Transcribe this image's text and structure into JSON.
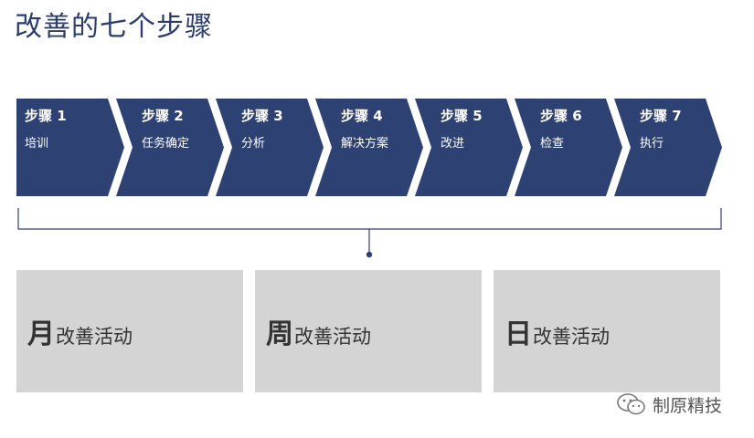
{
  "title": "改善的七个步骤",
  "steps": [
    {
      "num": "步骤 1",
      "label": "培训"
    },
    {
      "num": "步骤 2",
      "label": "任务确定"
    },
    {
      "num": "步骤 3",
      "label": "分析"
    },
    {
      "num": "步骤 4",
      "label": "解决方案"
    },
    {
      "num": "步骤 5",
      "label": "改进"
    },
    {
      "num": "步骤 6",
      "label": "检查"
    },
    {
      "num": "步骤 7",
      "label": "执行"
    }
  ],
  "activities": [
    {
      "big": "月",
      "small": "改善活动"
    },
    {
      "big": "周",
      "small": "改善活动"
    },
    {
      "big": "日",
      "small": "改善活动"
    }
  ],
  "watermark": {
    "text": "制原精技",
    "icon": "wechat-icon"
  },
  "colors": {
    "chevron": "#2e4173",
    "box": "#d4d4d4",
    "title": "#2a3d6e",
    "line": "#2e4173"
  }
}
